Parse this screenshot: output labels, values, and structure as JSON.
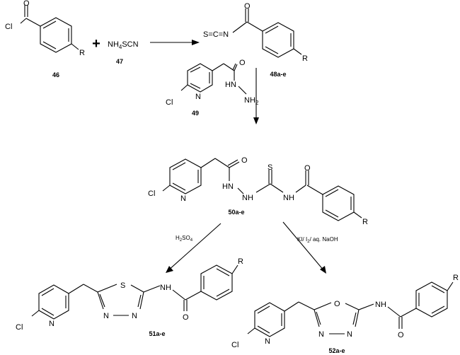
{
  "atoms": {
    "cl": "Cl",
    "o": "O",
    "s": "S",
    "n": "N",
    "r": "R",
    "nh4": "NH",
    "nh4_sub": "4",
    "scn": "SCN",
    "isothiocyanate": "S=C=N",
    "hn": "HN",
    "nh": "NH",
    "nh2": "NH",
    "nh2_sub": "2"
  },
  "compounds": {
    "c46": "46",
    "c47": "47",
    "c48": "48a-e",
    "c49": "49",
    "c50": "50a-e",
    "c51": "51a-e",
    "c52": "52a-e"
  },
  "conditions": {
    "acid_h": "H",
    "acid_2": "2",
    "acid_so": "SO",
    "acid_4": "4",
    "ki_a": "KI/ I",
    "ki_2": "2",
    "ki_b": "/ aq. NaOH"
  },
  "symbols": {
    "plus": "+"
  }
}
